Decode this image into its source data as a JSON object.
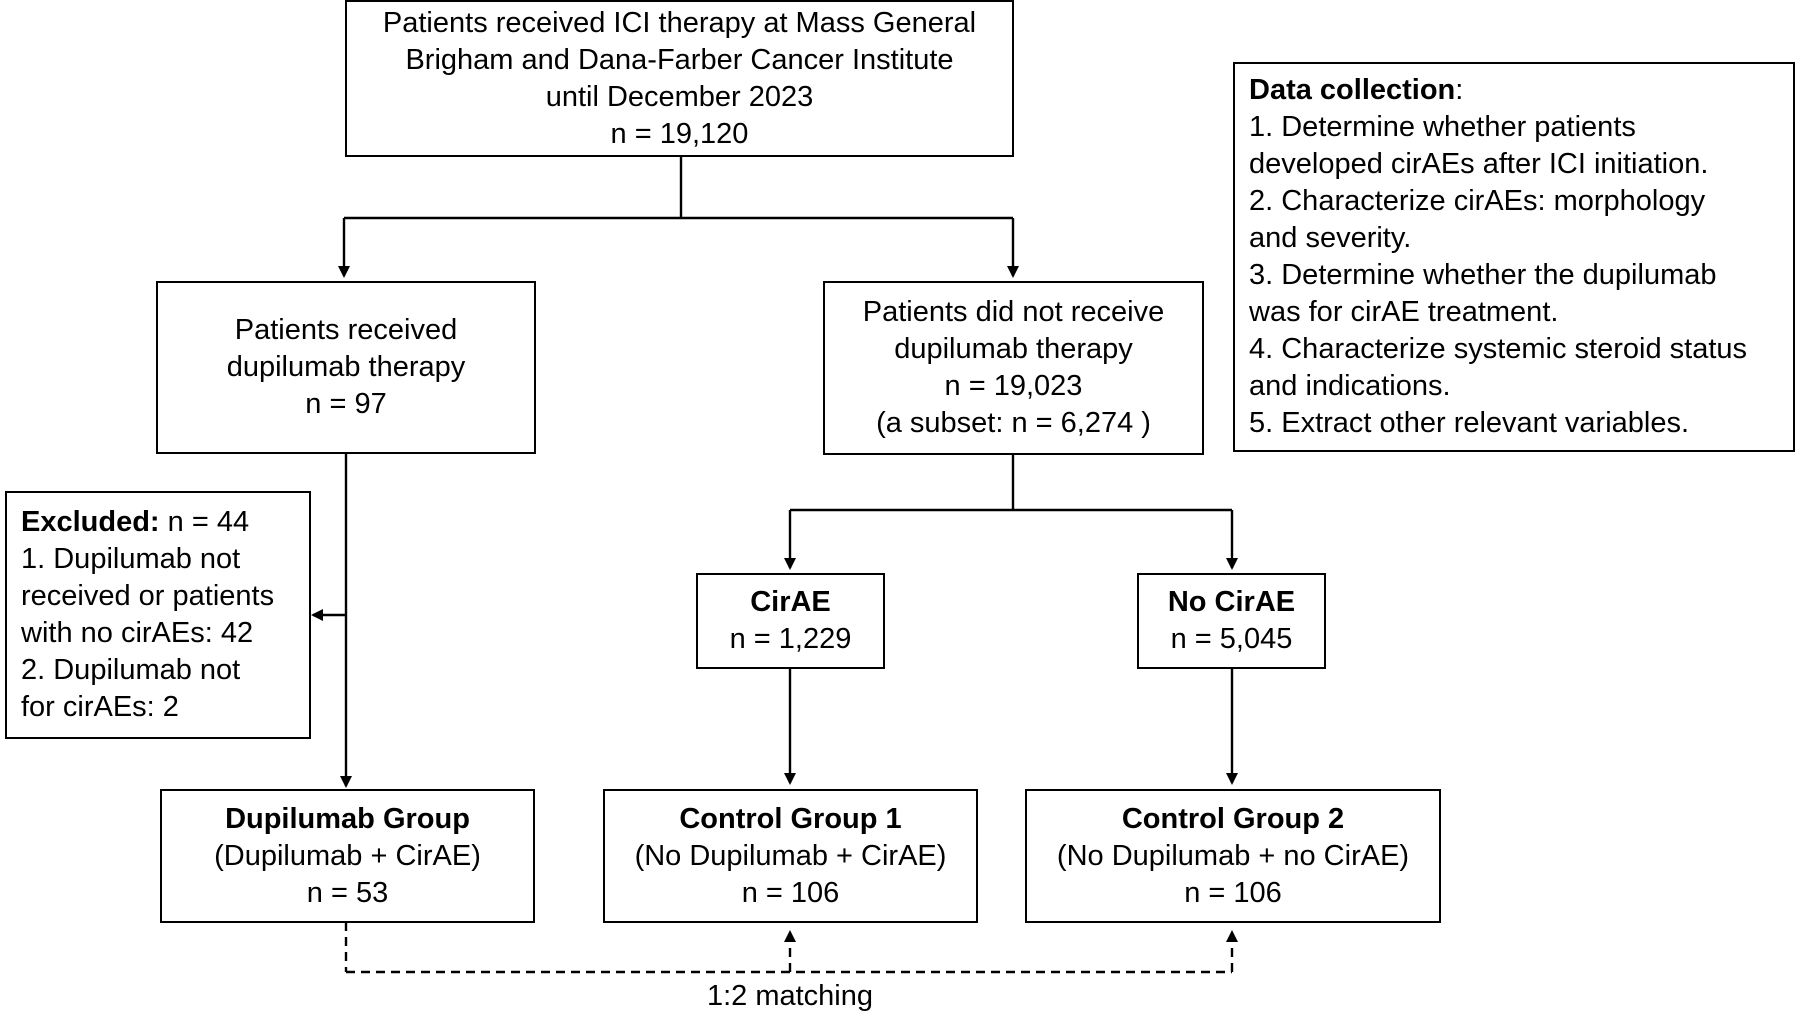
{
  "top_box": {
    "lines": [
      "Patients received ICI therapy at Mass General",
      "Brigham and Dana-Farber Cancer Institute",
      "until December 2023",
      "n = 19,120"
    ]
  },
  "data_collection": {
    "heading": "Data collection",
    "heading_suffix": ":",
    "lines": [
      "1. Determine whether patients",
      "developed cirAEs after ICI initiation.",
      "2. Characterize cirAEs: morphology",
      "and severity.",
      "3. Determine whether the dupilumab",
      "was for cirAE treatment.",
      "4. Characterize systemic steroid status",
      "and indications.",
      "5. Extract other relevant variables."
    ]
  },
  "dupilumab_box": {
    "lines": [
      "Patients received",
      "dupilumab therapy",
      "n = 97"
    ]
  },
  "no_dupilumab_box": {
    "lines": [
      "Patients did not receive",
      "dupilumab therapy",
      "n = 19,023",
      "(a subset: n = 6,274 )"
    ]
  },
  "excluded_box": {
    "heading": "Excluded:",
    "heading_count": " n = 44",
    "lines": [
      "1. Dupilumab not",
      "received or patients",
      "with no cirAEs: 42",
      "2. Dupilumab not",
      "for cirAEs: 2"
    ]
  },
  "cirae_box": {
    "title": "CirAE",
    "count": "n = 1,229"
  },
  "no_cirae_box": {
    "title": "No CirAE",
    "count": "n = 5,045"
  },
  "dupilumab_group": {
    "title": "Dupilumab Group",
    "subtitle": "(Dupilumab + CirAE)",
    "count": "n = 53"
  },
  "control_group_1": {
    "title": "Control Group 1",
    "subtitle": "(No Dupilumab + CirAE)",
    "count": "n = 106"
  },
  "control_group_2": {
    "title": "Control Group 2",
    "subtitle": "(No Dupilumab + no CirAE)",
    "count": "n = 106"
  },
  "matching_label": "1:2 matching"
}
